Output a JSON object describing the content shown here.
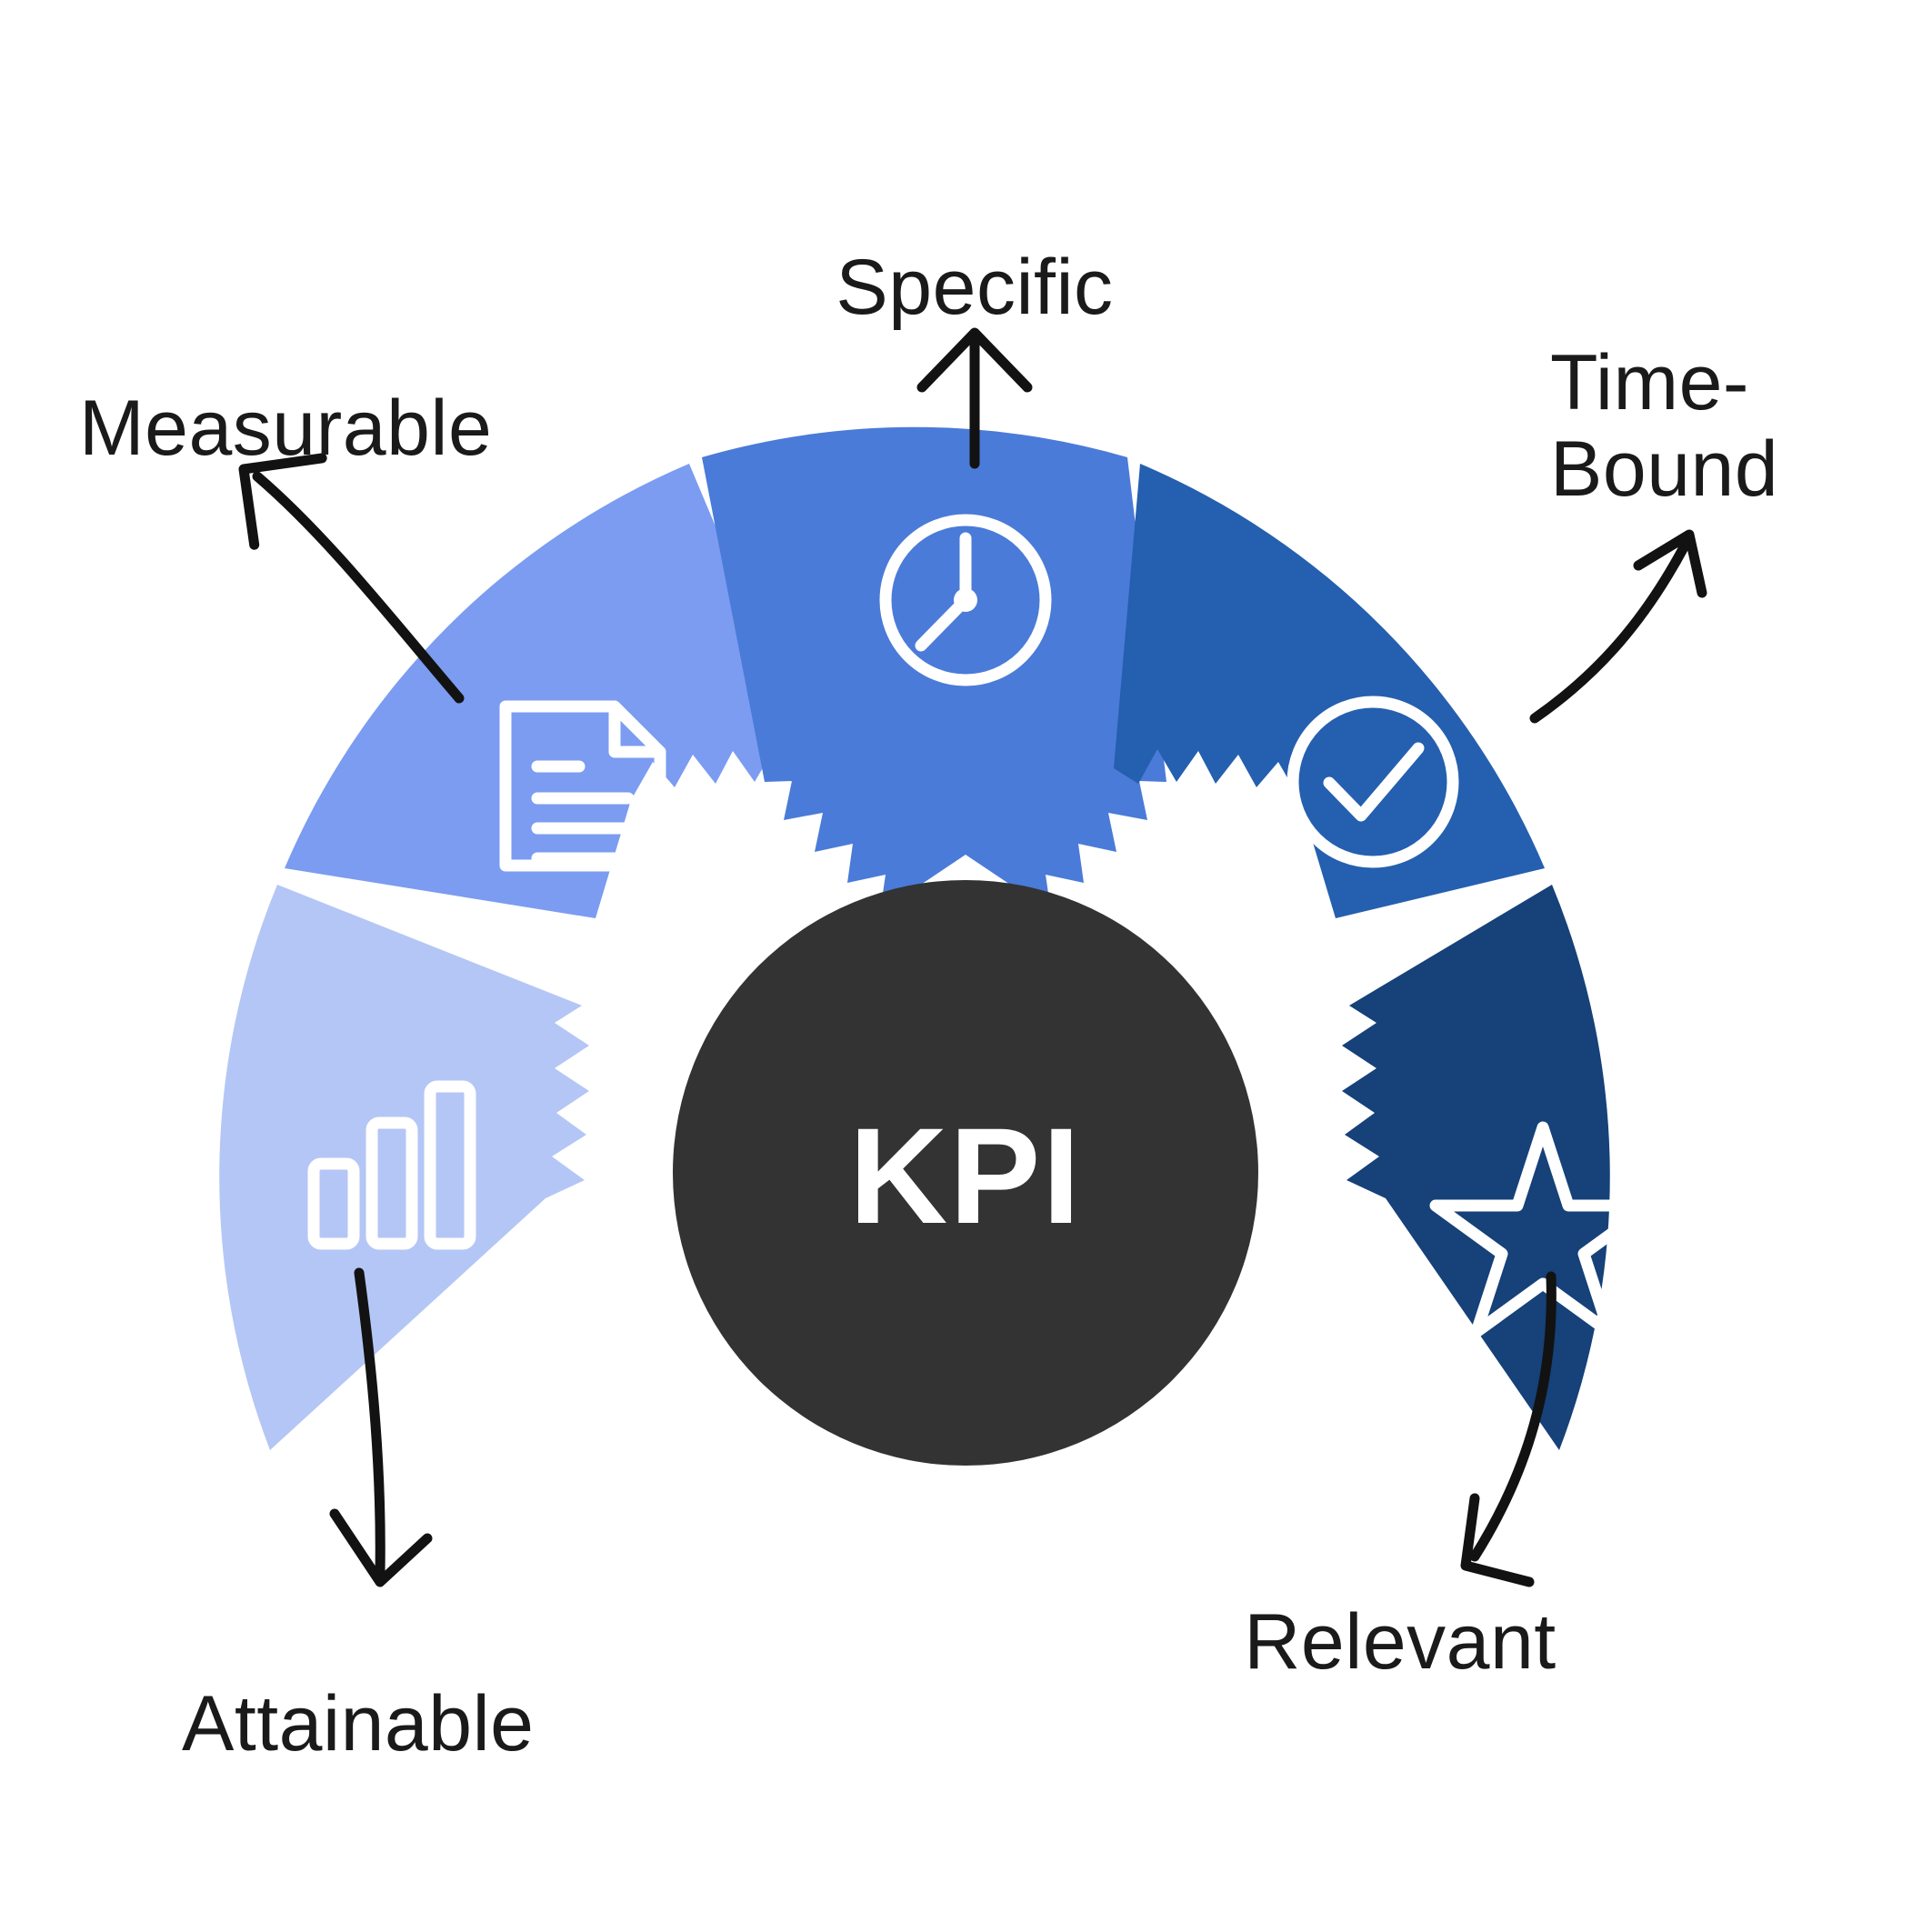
{
  "diagram": {
    "title": "KPI SMART wheel",
    "center": {
      "label": "KPI",
      "fill": "#333333"
    },
    "background": "#ffffff",
    "segments": [
      {
        "key": "attainable",
        "label": "Attainable",
        "color": "#b4c6f5",
        "icon": "bar-chart-icon",
        "arrow": "curved-down-left"
      },
      {
        "key": "measurable",
        "label": "Measurable",
        "color": "#7b9cf0",
        "icon": "document-icon",
        "arrow": "curved-up-left"
      },
      {
        "key": "specific",
        "label": "Specific",
        "color": "#4a7bd8",
        "icon": "clock-icon",
        "arrow": "straight-up"
      },
      {
        "key": "time-bound",
        "label": "Time-\nBound",
        "label_line1": "Time-",
        "label_line2": "Bound",
        "color": "#255faf",
        "icon": "check-circle-icon",
        "arrow": "curved-up-right"
      },
      {
        "key": "relevant",
        "label": "Relevant",
        "color": "#164179",
        "icon": "star-icon",
        "arrow": "curved-down-right"
      }
    ]
  },
  "chart_data": {
    "type": "pie",
    "title": "KPI",
    "categories": [
      "Attainable",
      "Measurable",
      "Specific",
      "Time-Bound",
      "Relevant"
    ],
    "values": [
      36,
      36,
      36,
      36,
      36
    ],
    "colors": [
      "#b4c6f5",
      "#7b9cf0",
      "#4a7bd8",
      "#255faf",
      "#164179"
    ],
    "xlabel": "",
    "ylabel": "",
    "legend_position": "outside-labels",
    "notes": "Semicircular fan of five equal 36-degree sectors spanning 180 degrees, inner gear-tooth ring, dark center hub labelled KPI"
  }
}
